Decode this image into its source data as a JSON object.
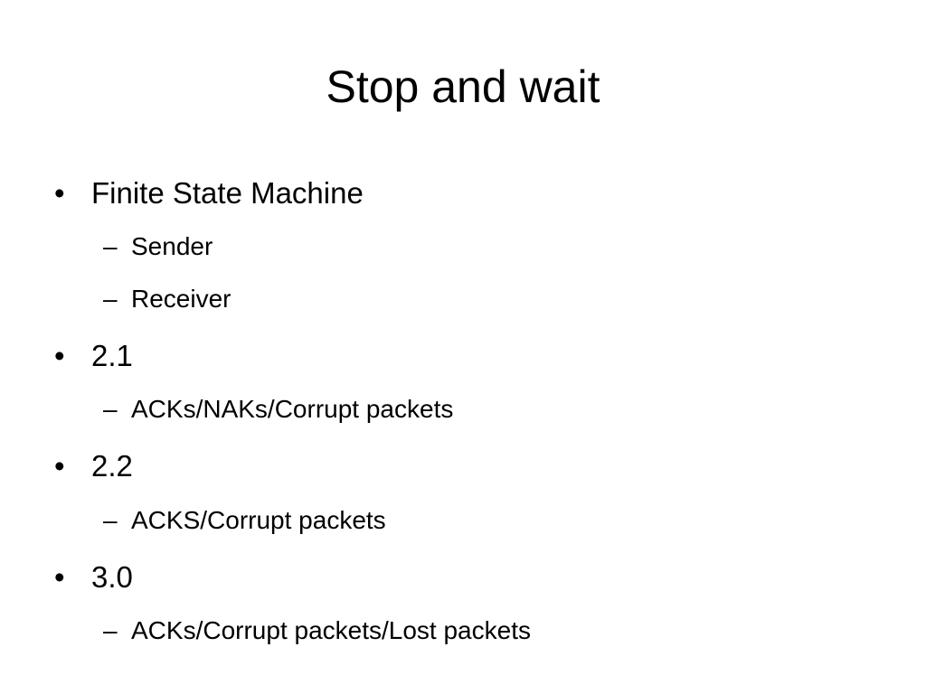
{
  "slide": {
    "title": "Stop and wait",
    "bullet_marker": "•",
    "sub_marker": "–",
    "items": [
      {
        "label": "Finite State Machine",
        "subitems": [
          "Sender",
          "Receiver"
        ]
      },
      {
        "label": "2.1",
        "subitems": [
          "ACKs/NAKs/Corrupt packets"
        ]
      },
      {
        "label": "2.2",
        "subitems": [
          "ACKS/Corrupt packets"
        ]
      },
      {
        "label": "3.0",
        "subitems": [
          "ACKs/Corrupt packets/Lost packets"
        ]
      }
    ]
  }
}
